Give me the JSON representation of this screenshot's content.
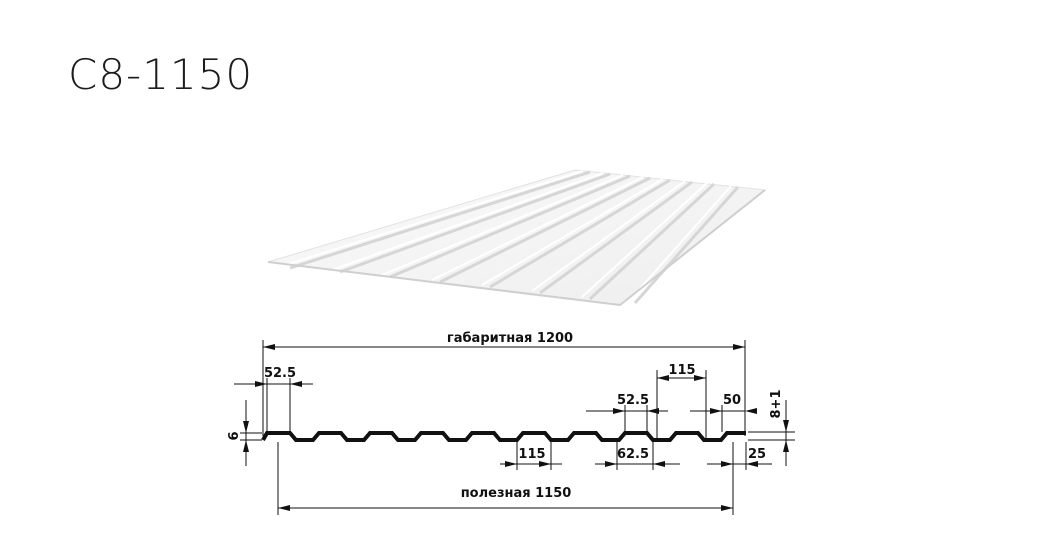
{
  "title": "C8-1150",
  "labels": {
    "overall": "габаритная 1200",
    "useful": "полезная 1150",
    "d52_5_left": "52.5",
    "d52_5_right": "52.5",
    "d115_top": "115",
    "d115_bottom": "115",
    "d62_5": "62.5",
    "d50": "50",
    "d25": "25",
    "d6": "6",
    "d8_1": "8+1"
  },
  "colors": {
    "profile": "#111111",
    "sheet_light": "#f4f4f4",
    "sheet_shadow": "#d8d8d8"
  }
}
